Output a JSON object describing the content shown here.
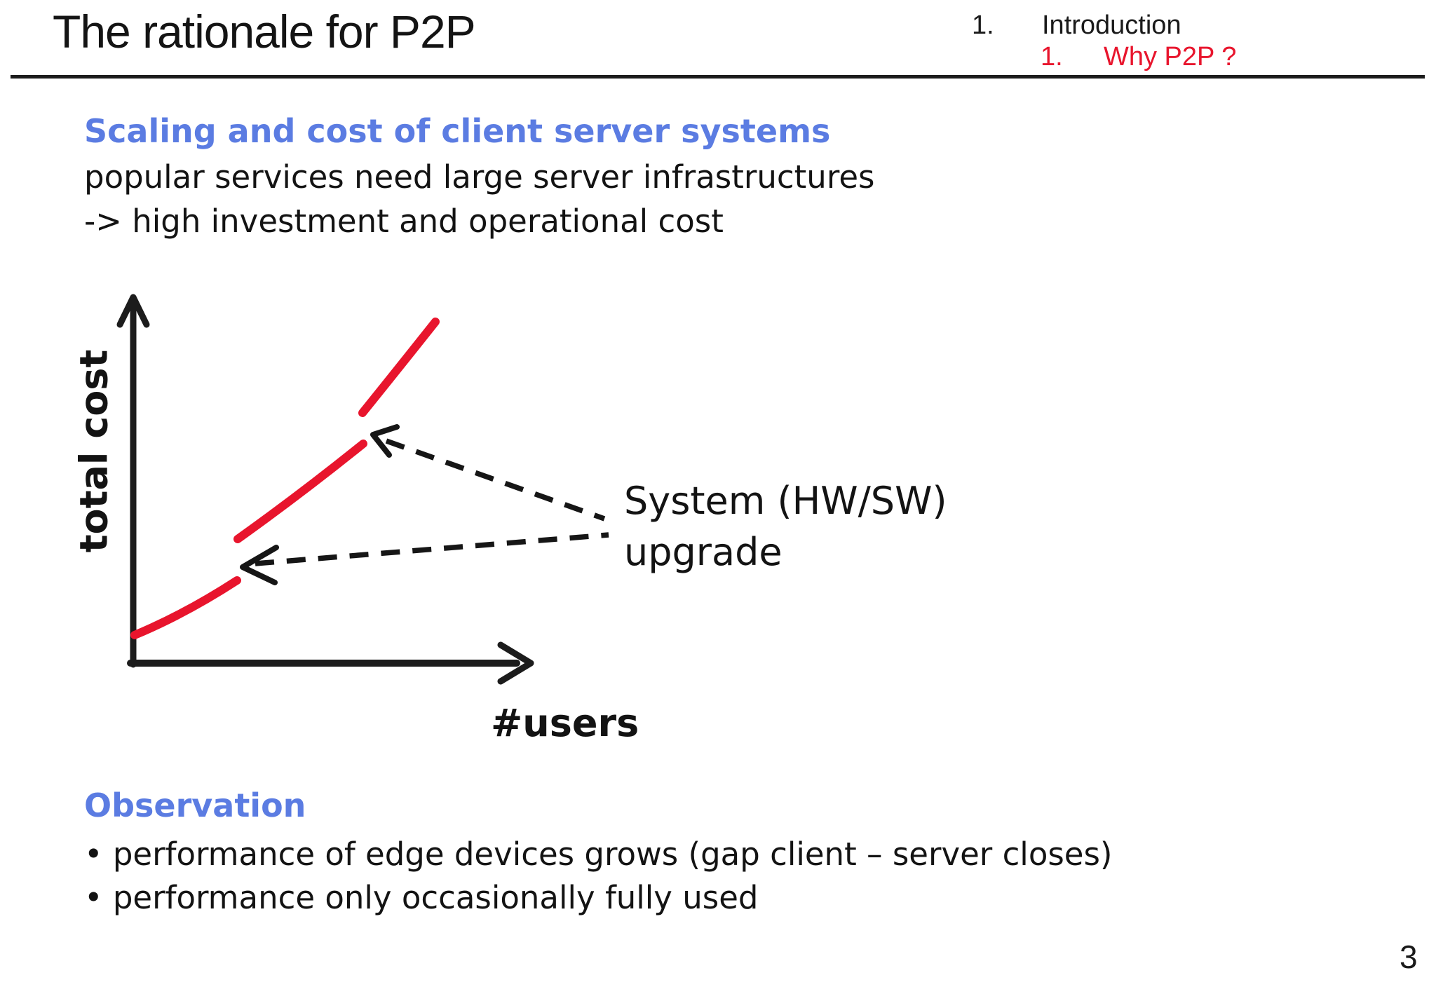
{
  "slide": {
    "title": "The rationale for P2P",
    "page_number": "3"
  },
  "nav": {
    "item1_number": "1.",
    "item1_label": "Introduction",
    "item2_number": "1.",
    "item2_label": "Why P2P ?"
  },
  "section1": {
    "heading": "Scaling and cost of client server systems",
    "line1": "popular services need large server infrastructures",
    "line2": "-> high investment and operational cost"
  },
  "chart": {
    "y_axis_label": "total cost",
    "x_axis_label": "#users",
    "annotation_line1": "System (HW/SW)",
    "annotation_line2": "upgrade"
  },
  "observation": {
    "heading": "Observation",
    "bullets": [
      "• performance of edge devices grows (gap client – server closes)",
      "• performance only occasionally fully used"
    ]
  },
  "colors": {
    "accent_blue": "#5b7ce2",
    "accent_red": "#e8152d",
    "axis_black": "#1c1c1c"
  },
  "chart_data": {
    "type": "line",
    "title": "",
    "xlabel": "#users",
    "ylabel": "total cost",
    "axes": "qualitative sketch, no ticks or numeric scale, arrow-headed axes",
    "series": [
      {
        "name": "total cost vs number of users (stepwise growth with jumps at upgrades)",
        "color": "#e8152d",
        "segments": [
          {
            "x": [
              0.0,
              0.26
            ],
            "y": [
              0.08,
              0.22
            ]
          },
          {
            "x": [
              0.26,
              0.58
            ],
            "y": [
              0.33,
              0.59
            ]
          },
          {
            "x": [
              0.58,
              0.76
            ],
            "y": [
              0.68,
              0.92
            ]
          }
        ]
      }
    ],
    "annotations": [
      {
        "text": "System (HW/SW) upgrade",
        "style": "two dashed arrows pointing from the label to the two discontinuities (cost jumps) between curve segments"
      }
    ],
    "legend": "none",
    "grid": false
  }
}
